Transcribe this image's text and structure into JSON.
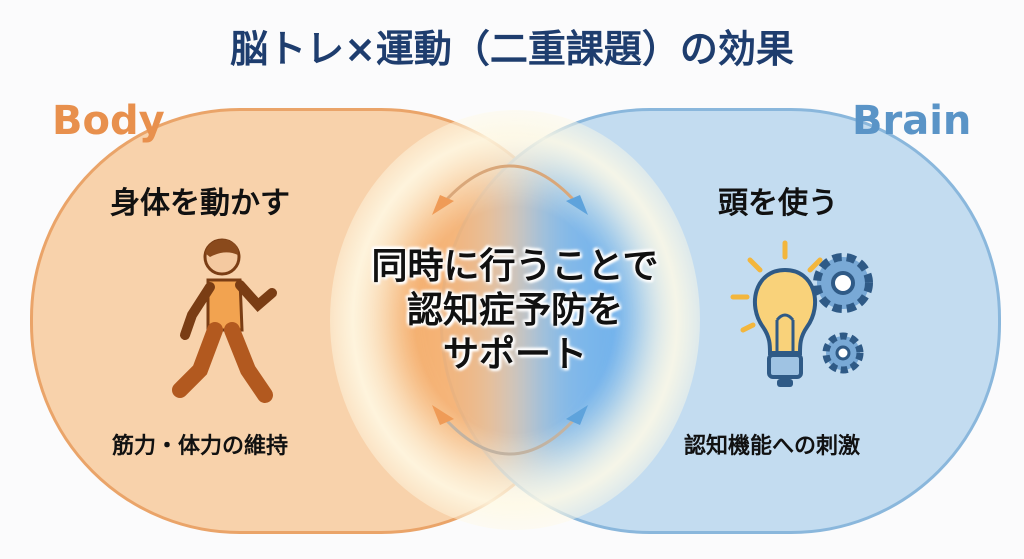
{
  "title": "脳トレ×運動（二重課題）の効果",
  "left": {
    "label": "Body",
    "heading": "身体を動かす",
    "caption": "筋力・体力の維持",
    "color": "#eaa469"
  },
  "right": {
    "label": "Brain",
    "heading": "頭を使う",
    "caption": "認知機能への刺激",
    "color": "#8ab7dc"
  },
  "center": {
    "lines": [
      "同時に行うことで",
      "認知症予防を",
      "サポート"
    ]
  }
}
